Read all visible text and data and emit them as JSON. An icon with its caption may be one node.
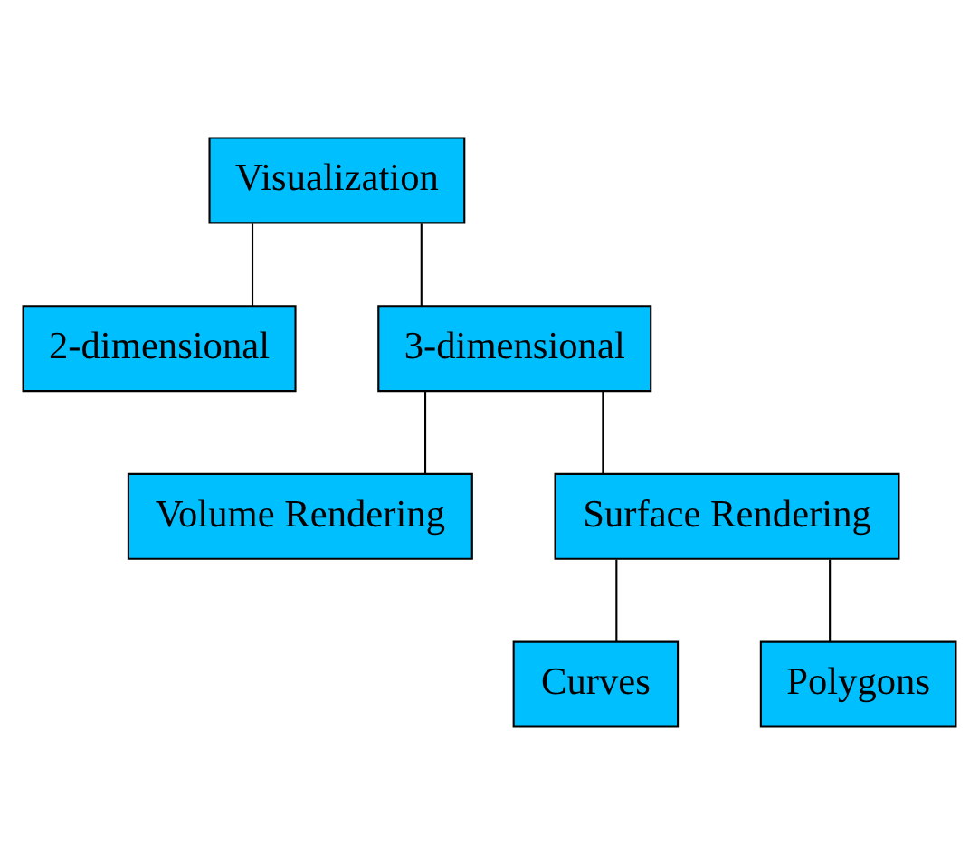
{
  "diagram": {
    "nodes": [
      {
        "text": [
          "Visualization"
        ]
      },
      {
        "text": [
          "2-dimensional"
        ]
      },
      {
        "text": [
          "3-dimensional"
        ]
      },
      {
        "text": [
          "Volume Rendering"
        ]
      },
      {
        "text": [
          "Surface Rendering"
        ]
      },
      {
        "text": [
          "Curves"
        ]
      },
      {
        "text": [
          "Polygons"
        ]
      }
    ],
    "edges": [
      {
        "from": 0,
        "to": 1,
        "arrow": "none"
      },
      {
        "from": 0,
        "to": 2,
        "arrow": "none"
      },
      {
        "from": 2,
        "to": 3,
        "arrow": "none"
      },
      {
        "from": 2,
        "to": 4,
        "arrow": "none"
      },
      {
        "from": 4,
        "to": 5,
        "arrow": "none"
      },
      {
        "from": 4,
        "to": 6,
        "arrow": "none"
      }
    ]
  }
}
